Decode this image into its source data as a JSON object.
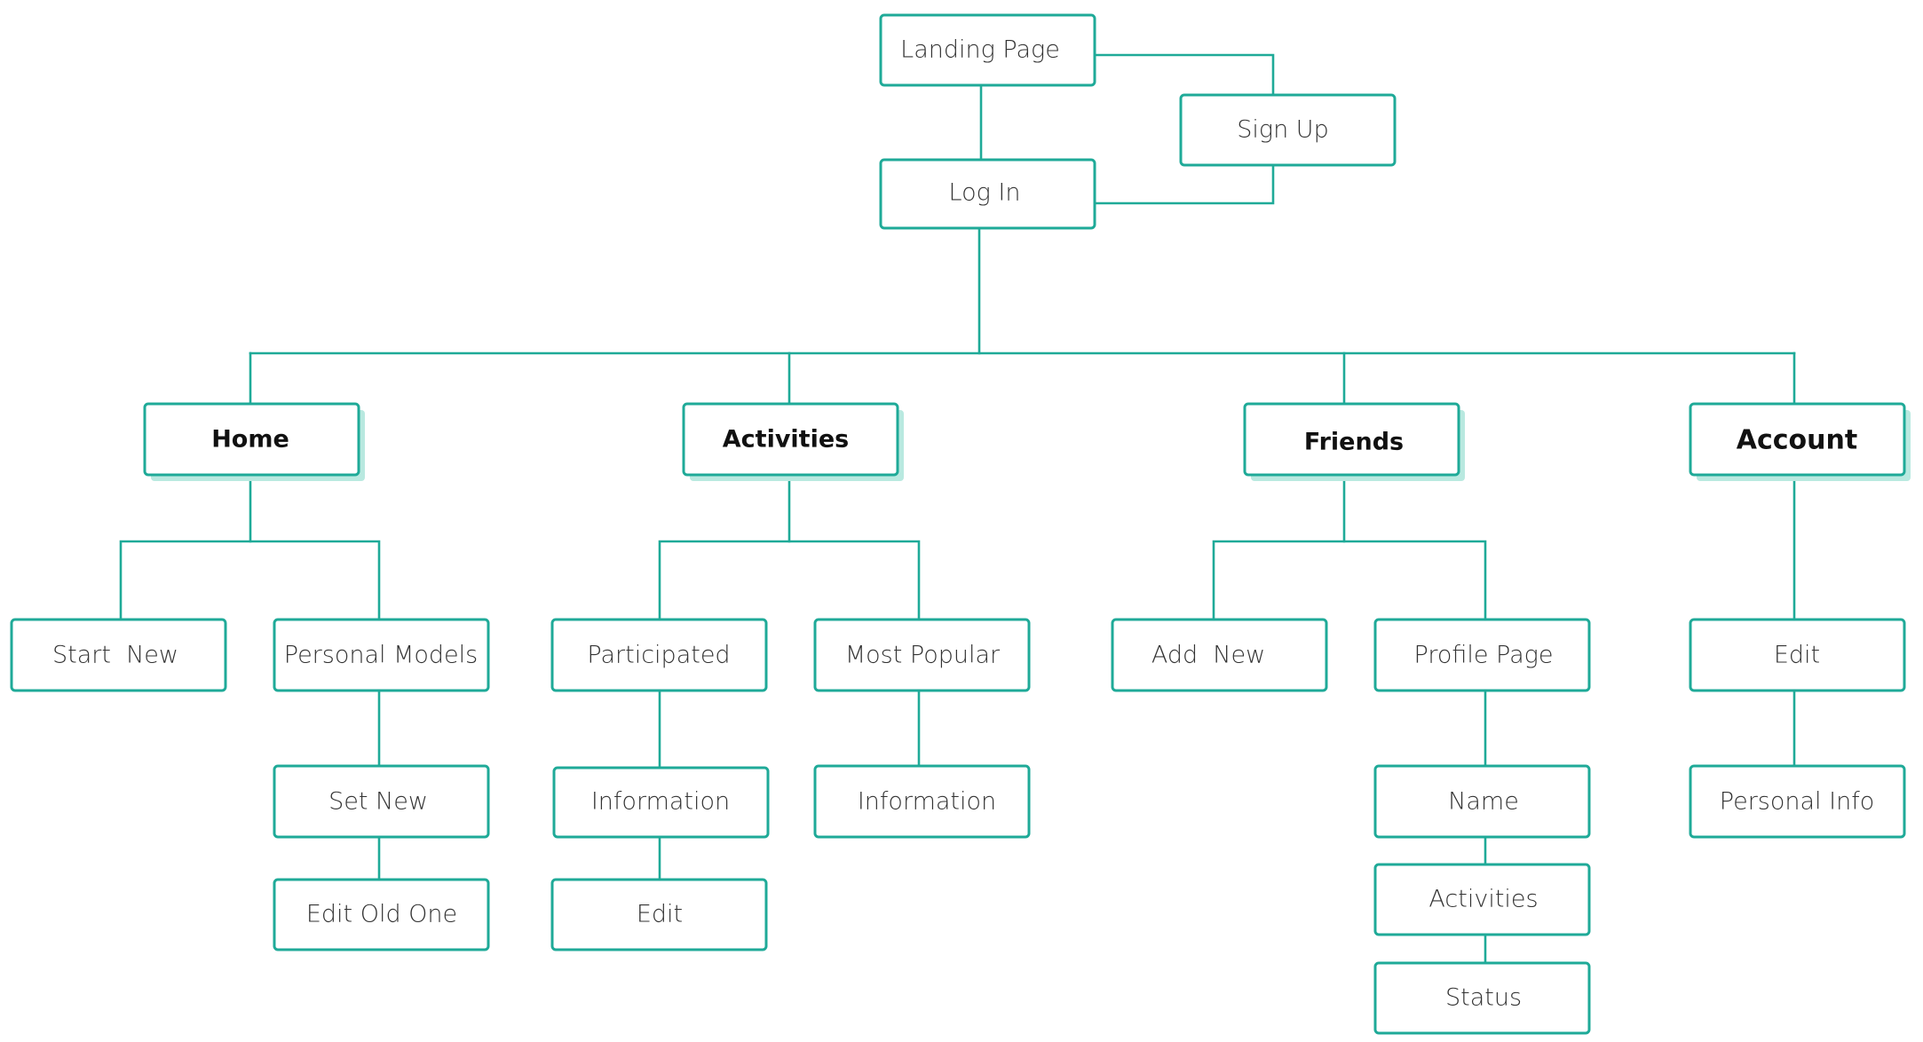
{
  "diagram": {
    "colors": {
      "line": "#1faa98",
      "shadow": "#b9e9e0",
      "text": "#333333"
    },
    "nodes": {
      "landing_page": "Landing Page",
      "sign_up": "Sign Up",
      "log_in": "Log In",
      "home": "Home",
      "activities": "Activities",
      "friends": "Friends",
      "account": "Account",
      "start_new": "Start  New",
      "personal_models": "Personal Models",
      "set_new": "Set New",
      "edit_old_one": "Edit Old One",
      "participated": "Participated",
      "participated_information": "Information",
      "participated_edit": "Edit",
      "most_popular": "Most Popular",
      "most_popular_information": "Information",
      "add_new": "Add  New",
      "profile_page": "Profile Page",
      "profile_name": "Name",
      "profile_activities": "Activities",
      "profile_status": "Status",
      "account_edit": "Edit",
      "personal_info": "Personal Info"
    }
  }
}
